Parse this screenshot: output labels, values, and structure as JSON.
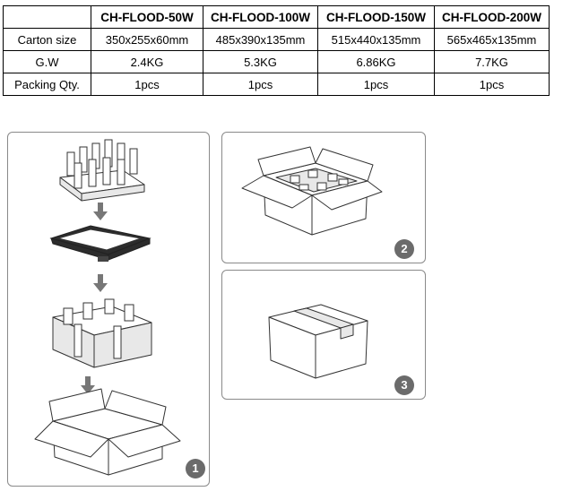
{
  "spec_table": {
    "header": [
      "",
      "CH-FLOOD-50W",
      "CH-FLOOD-100W",
      "CH-FLOOD-150W",
      "CH-FLOOD-200W"
    ],
    "rows": [
      {
        "label": "Carton size",
        "values": [
          "350x255x60mm",
          "485x390x135mm",
          "515x440x135mm",
          "565x465x135mm"
        ]
      },
      {
        "label": "G.W",
        "values": [
          "2.4KG",
          "5.3KG",
          "6.86KG",
          "7.7KG"
        ]
      },
      {
        "label": "Packing Qty.",
        "values": [
          "1pcs",
          "1pcs",
          "1pcs",
          "1pcs"
        ]
      }
    ]
  },
  "steps": {
    "step1": "1",
    "step2": "2",
    "step3": "3"
  },
  "colors": {
    "panel_border": "#8a8a8a",
    "badge_fill": "#6b6b6b",
    "badge_text": "#ffffff"
  },
  "icons": [
    "foam-insert-icon",
    "down-arrow-icon",
    "floodlight-icon",
    "open-carton-icon",
    "closed-carton-icon"
  ]
}
